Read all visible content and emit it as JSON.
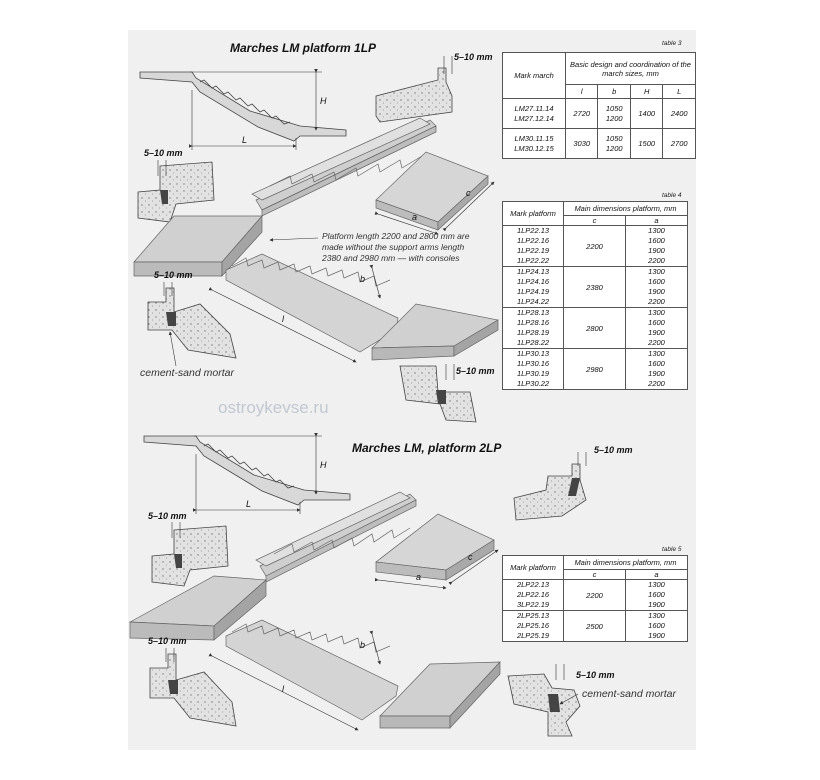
{
  "section1": {
    "title": "Marches LM platform 1LP",
    "gap_label": "5–10 mm",
    "dim_H": "H",
    "dim_L": "L",
    "dim_c": "c",
    "dim_a": "a",
    "dim_b": "b",
    "dim_l": "l",
    "note": "Platform length 2200 and 2800 mm are made without the support arms length 2380 and 2980 mm — with consoles",
    "mortar": "cement-sand mortar"
  },
  "section2": {
    "title": "Marches LM, platform 2LP",
    "gap_label": "5–10 mm",
    "dim_H": "H",
    "dim_L": "L",
    "dim_c": "c",
    "dim_a": "a",
    "dim_b": "b",
    "dim_l": "l",
    "mortar": "cement-sand mortar"
  },
  "watermark": "ostroykevse.ru",
  "table3": {
    "caption": "table 3",
    "col_mark": "Mark march",
    "group_header": "Basic design and coordination of the march sizes, mm",
    "cols": [
      "l",
      "b",
      "H",
      "L"
    ],
    "rows": [
      {
        "mark": "LM27.11.14\nLM27.12.14",
        "l": "2720",
        "b": "1050\n1200",
        "H": "1400",
        "L": "2400"
      },
      {
        "mark": "LM30.11.15\nLM30.12.15",
        "l": "3030",
        "b": "1050\n1200",
        "H": "1500",
        "L": "2700"
      }
    ]
  },
  "table4": {
    "caption": "table 4",
    "col_mark": "Mark platform",
    "group_header": "Main dimensions platform, mm",
    "cols": [
      "c",
      "a"
    ],
    "rows": [
      {
        "marks": "1LP22.13\n1LP22.16\n1LP22.19\n1LP22.22",
        "c": "2200",
        "a": "1300\n1600\n1900\n2200"
      },
      {
        "marks": "1LP24.13\n1LP24.16\n1LP24.19\n1LP24.22",
        "c": "2380",
        "a": "1300\n1600\n1900\n2200"
      },
      {
        "marks": "1LP28.13\n1LP28.16\n1LP28.19\n1LP28.22",
        "c": "2800",
        "a": "1300\n1600\n1900\n2200"
      },
      {
        "marks": "1LP30.13\n1LP30.16\n1LP30.19\n1LP30.22",
        "c": "2980",
        "a": "1300\n1600\n1900\n2200"
      }
    ]
  },
  "table5": {
    "caption": "table 5",
    "col_mark": "Mark platform",
    "group_header": "Main dimensions platform, mm",
    "cols": [
      "c",
      "a"
    ],
    "rows": [
      {
        "marks": "2LP22.13\n2LP22.16\n3LP22.19",
        "c": "2200",
        "a": "1300\n1600\n1900"
      },
      {
        "marks": "2LP25.13\n2LP25.16\n2LP25.19",
        "c": "2500",
        "a": "1300\n1600\n1900"
      }
    ]
  }
}
